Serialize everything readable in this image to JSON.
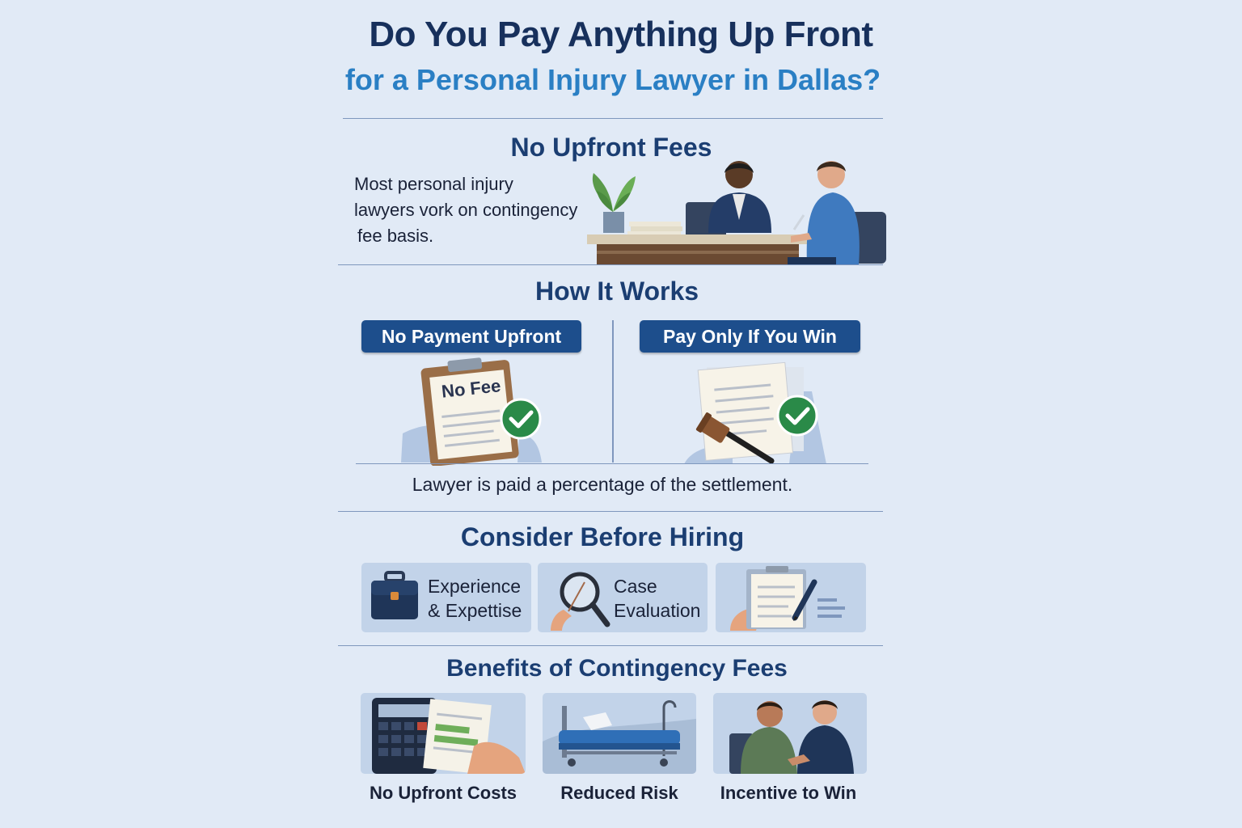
{
  "header": {
    "title_line1": "Do You Pay Anything Up Front",
    "title_line2": "for a Personal Injury Lawyer in Dallas?"
  },
  "upfront": {
    "heading": "No Upfront Fees",
    "text_lines": [
      "Most personal injury",
      "lawyers vork on contingency",
      "fee basis."
    ]
  },
  "how_it_works": {
    "heading": "How It Works",
    "left_pill": "No Payment Upfront",
    "right_pill": "Pay Only If You Win",
    "clipboard_text": "No Fee",
    "caption": "Lawyer is paid a percentage of the settlement."
  },
  "consider": {
    "heading": "Consider Before Hiring",
    "cards": [
      {
        "line1": "Experience",
        "line2": "& Expettise"
      },
      {
        "line1": "Case",
        "line2": "Evaluation"
      }
    ]
  },
  "benefits": {
    "heading": "Benefits of Contingency Fees",
    "items": [
      {
        "label": "No Upfront Costs"
      },
      {
        "label": "Reduced Risk"
      },
      {
        "label": "Incentive to Win"
      }
    ]
  },
  "colors": {
    "background": "#e1eaf6",
    "navy": "#1d4e8c",
    "accent_blue": "#2a7fc4",
    "check_green": "#2a8a48"
  },
  "icons": [
    "plant-icon",
    "clipboard-icon",
    "check-icon",
    "gavel-icon",
    "document-icon",
    "briefcase-icon",
    "magnifier-icon",
    "pen-icon",
    "calculator-icon",
    "hospital-bed-icon",
    "handshake-icon"
  ]
}
